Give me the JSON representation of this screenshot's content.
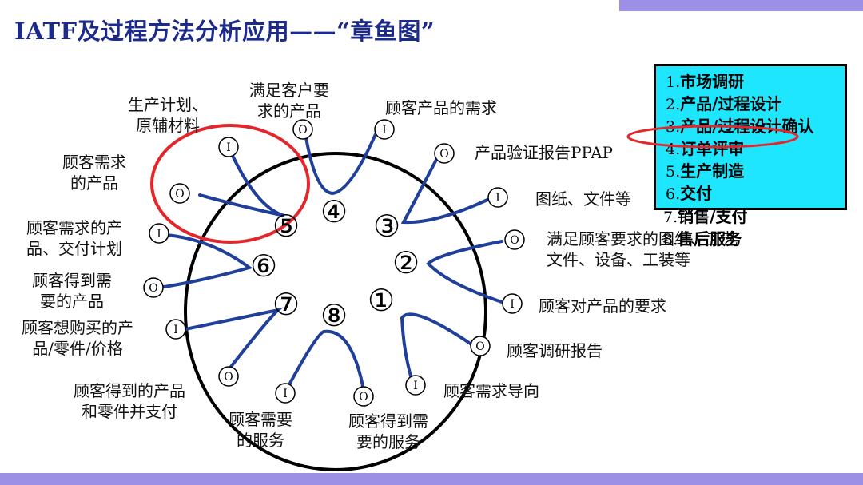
{
  "title": "IATF及过程方法分析应用——“章鱼图”",
  "colors": {
    "band": "#9b8fe6",
    "title": "#1c2a8c",
    "tentacle": "#1f3f9a",
    "highlight": "#e3262b",
    "legend_bg": "#1fe6ff"
  },
  "processes": [
    "①",
    "②",
    "③",
    "④",
    "⑤",
    "⑥",
    "⑦",
    "⑧"
  ],
  "io": {
    "input": "I",
    "output": "O"
  },
  "labels": {
    "plan_material": [
      "生产计划、",
      "原辅材料"
    ],
    "customer_req_product": [
      "满足客户要",
      "求的产品"
    ],
    "customer_product_need": "顾客产品的需求",
    "ppap": "产品验证报告PPAP",
    "drawings": "图纸、文件等",
    "meet_requirements": [
      "满足顾客要求的图纸、工艺",
      "文件、设备、工装等"
    ],
    "customer_requirements": "顾客对产品的要求",
    "survey_report": "顾客调研报告",
    "demand_orientation": "顾客需求导向",
    "service_obtained": [
      "顾客得到需",
      "要的服务"
    ],
    "service_needed": [
      "顾客需要",
      "的服务"
    ],
    "paid_products": [
      "顾客得到的产品",
      "和零件并支付"
    ],
    "wish_to_buy": [
      "顾客想购买的产",
      "品/零件/价格"
    ],
    "product_obtained": [
      "顾客得到需",
      "要的产品"
    ],
    "delivery_plan": [
      "顾客需求的产",
      "品、交付计划"
    ],
    "demand_product": [
      "顾客需求",
      "的产品"
    ]
  },
  "legend": {
    "items": [
      {
        "num": "1.",
        "text": "市场调研"
      },
      {
        "num": "2.",
        "text": "产品/过程设计"
      },
      {
        "num": "3.",
        "text": "产品/过程设计确认"
      },
      {
        "num": "4.",
        "text": "订单评审"
      },
      {
        "num": "5.",
        "text": "生产制造"
      },
      {
        "num": "6.",
        "text": "交付"
      },
      {
        "num": "7.",
        "text": "销售/支付"
      },
      {
        "num": "8.",
        "text": "售后服务"
      }
    ]
  }
}
